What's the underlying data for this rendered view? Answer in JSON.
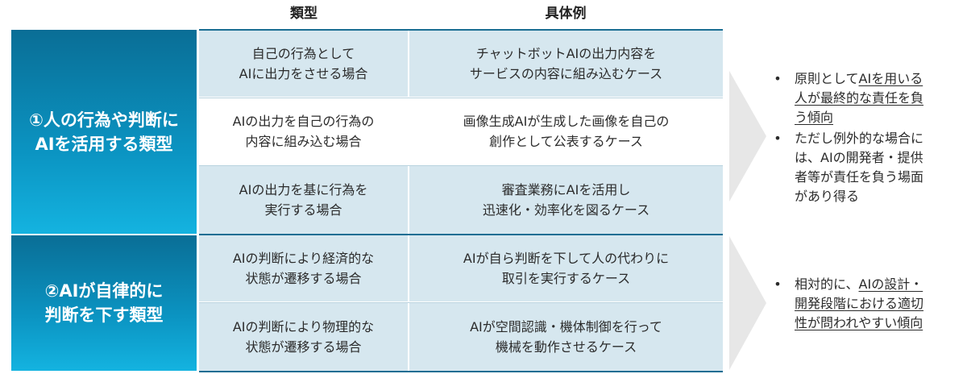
{
  "headers": {
    "type": "類型",
    "example": "具体例"
  },
  "categories": [
    {
      "line1": "①人の行為や判断に",
      "line2": "AIを活用する類型"
    },
    {
      "line1": "②AIが自律的に",
      "line2": "判断を下す類型"
    }
  ],
  "rows": [
    {
      "type": [
        "自己の行為として",
        "AIに出力をさせる場合"
      ],
      "example": [
        "チャットボットAIの出力内容を",
        "サービスの内容に組み込むケース"
      ]
    },
    {
      "type": [
        "AIの出力を自己の行為の",
        "内容に組み込む場合"
      ],
      "example": [
        "画像生成AIが生成した画像を自己の",
        "創作として公表するケース"
      ]
    },
    {
      "type": [
        "AIの出力を基に行為を",
        "実行する場合"
      ],
      "example": [
        "審査業務にAIを活用し",
        "迅速化・効率化を図るケース"
      ]
    },
    {
      "type": [
        "AIの判断により経済的な",
        "状態が遷移する場合"
      ],
      "example": [
        "AIが自ら判断を下して人の代わりに",
        "取引を実行するケース"
      ]
    },
    {
      "type": [
        "AIの判断により物理的な",
        "状態が遷移する場合"
      ],
      "example": [
        "AIが空間認識・機体制御を行って",
        "機械を動作させるケース"
      ]
    }
  ],
  "results": [
    {
      "bullet": "•",
      "items": [
        {
          "lines": [
            [
              {
                "t": "原則として",
                "u": false
              },
              {
                "t": "AIを用いる",
                "u": true
              }
            ],
            [
              {
                "t": "人が最終的な責任を負",
                "u": true
              }
            ],
            [
              {
                "t": "う傾向",
                "u": true
              }
            ]
          ]
        },
        {
          "lines": [
            [
              {
                "t": "ただし例外的な場合に",
                "u": false
              }
            ],
            [
              {
                "t": "は、AIの開発者・提供",
                "u": false
              }
            ],
            [
              {
                "t": "者等が責任を負う場面",
                "u": false
              }
            ],
            [
              {
                "t": "があり得る",
                "u": false
              }
            ]
          ]
        }
      ]
    },
    {
      "bullet": "•",
      "items": [
        {
          "lines": [
            [
              {
                "t": "相対的に、",
                "u": false
              },
              {
                "t": "AIの設計・",
                "u": true
              }
            ],
            [
              {
                "t": "開発段階における適切",
                "u": true
              }
            ],
            [
              {
                "t": "性が問われやすい傾向",
                "u": true
              }
            ]
          ]
        }
      ]
    }
  ],
  "colors": {
    "category_dark": "#0a6e96",
    "category_light": "#14b3e0",
    "row_shade": "#d6e7ef",
    "arrow": "#e7e7e7",
    "divider": "#1a6e93"
  },
  "icons": {
    "result_arrow": "chevron-arrow-icon"
  }
}
